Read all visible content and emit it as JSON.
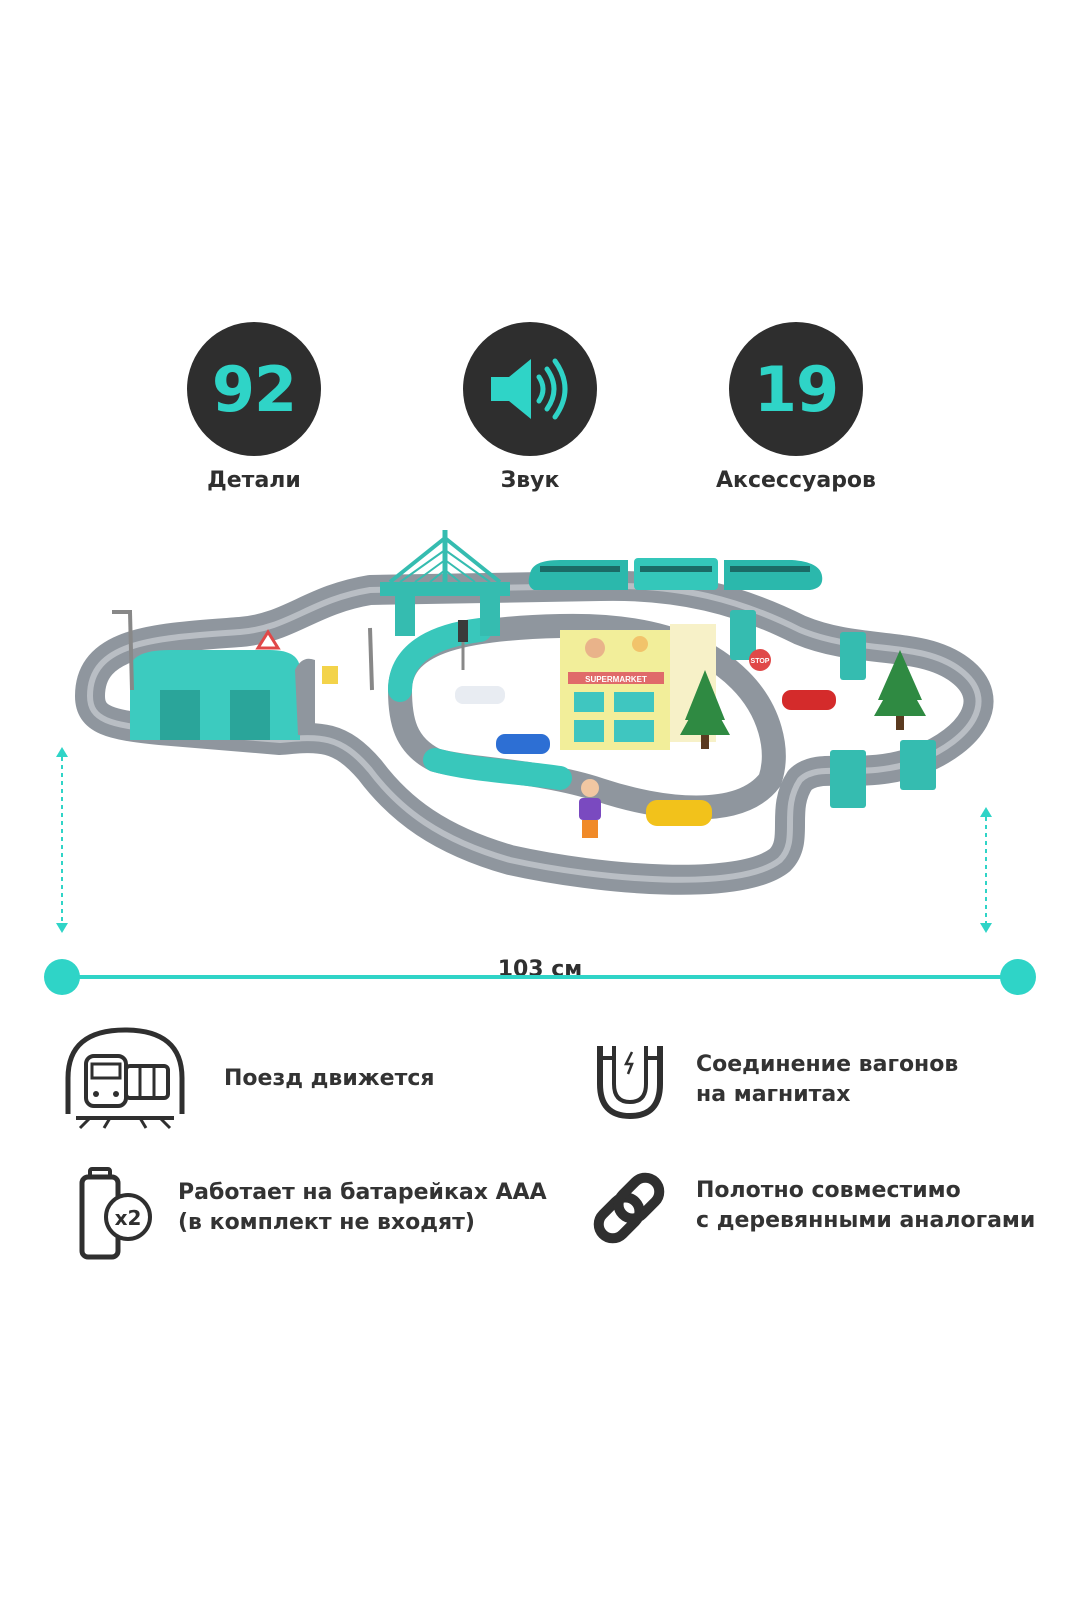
{
  "stats": [
    {
      "value": "92",
      "label": "Детали"
    },
    {
      "value": "",
      "label": "Звук",
      "icon": "speaker-icon"
    },
    {
      "value": "19",
      "label": "Аксессуаров"
    }
  ],
  "dimension": {
    "label": "103 см"
  },
  "scene": {
    "store_sign": "SUPERMARKET",
    "stop_sign": "STOP"
  },
  "features": [
    {
      "icon": "train-tunnel-icon",
      "lines": [
        "Поезд движется"
      ]
    },
    {
      "icon": "magnet-icon",
      "lines": [
        "Соединение вагонов",
        "на магнитах"
      ]
    },
    {
      "icon": "battery-x2-icon",
      "lines": [
        "Работает на батарейках ААА",
        "(в комплект не входят)"
      ],
      "badge": "x2"
    },
    {
      "icon": "chain-link-icon",
      "lines": [
        "Полотно совместимо",
        "с деревянными аналогами"
      ]
    }
  ],
  "colors": {
    "accent": "#2fd4c7",
    "dark": "#2e2e2e",
    "track": "#8f969e",
    "teal_part": "#39c7bb"
  }
}
